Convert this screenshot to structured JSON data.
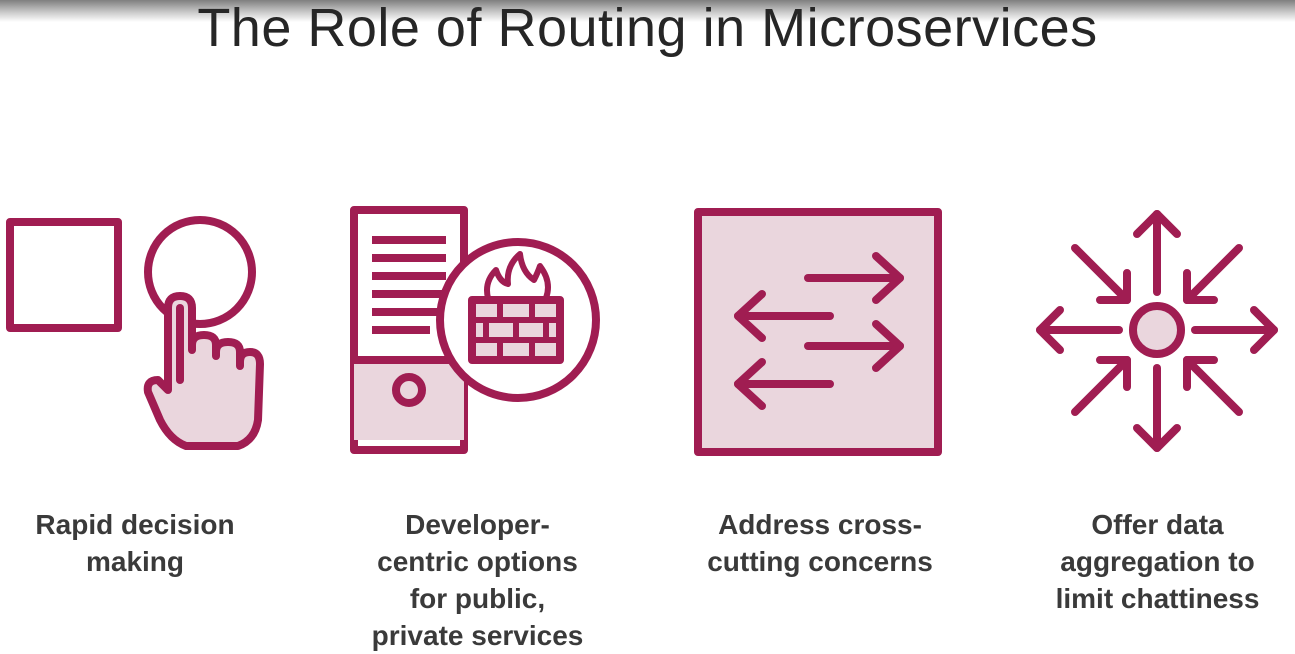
{
  "slide": {
    "title": "The Role of Routing in Microservices"
  },
  "features": [
    {
      "icon": "hand-tap-selection-icon",
      "label": "Rapid decision\nmaking"
    },
    {
      "icon": "server-firewall-icon",
      "label": "Developer-\ncentric options\nfor public,\nprivate services"
    },
    {
      "icon": "bidirectional-arrows-icon",
      "label": "Address cross-\ncutting concerns"
    },
    {
      "icon": "data-aggregation-arrows-icon",
      "label": "Offer data\naggregation to\nlimit chattiness"
    }
  ],
  "colors": {
    "accent": "#a01d52",
    "accent_fill": "#ead6dd",
    "title_text": "#262626",
    "label_text": "#3a3a3a"
  }
}
